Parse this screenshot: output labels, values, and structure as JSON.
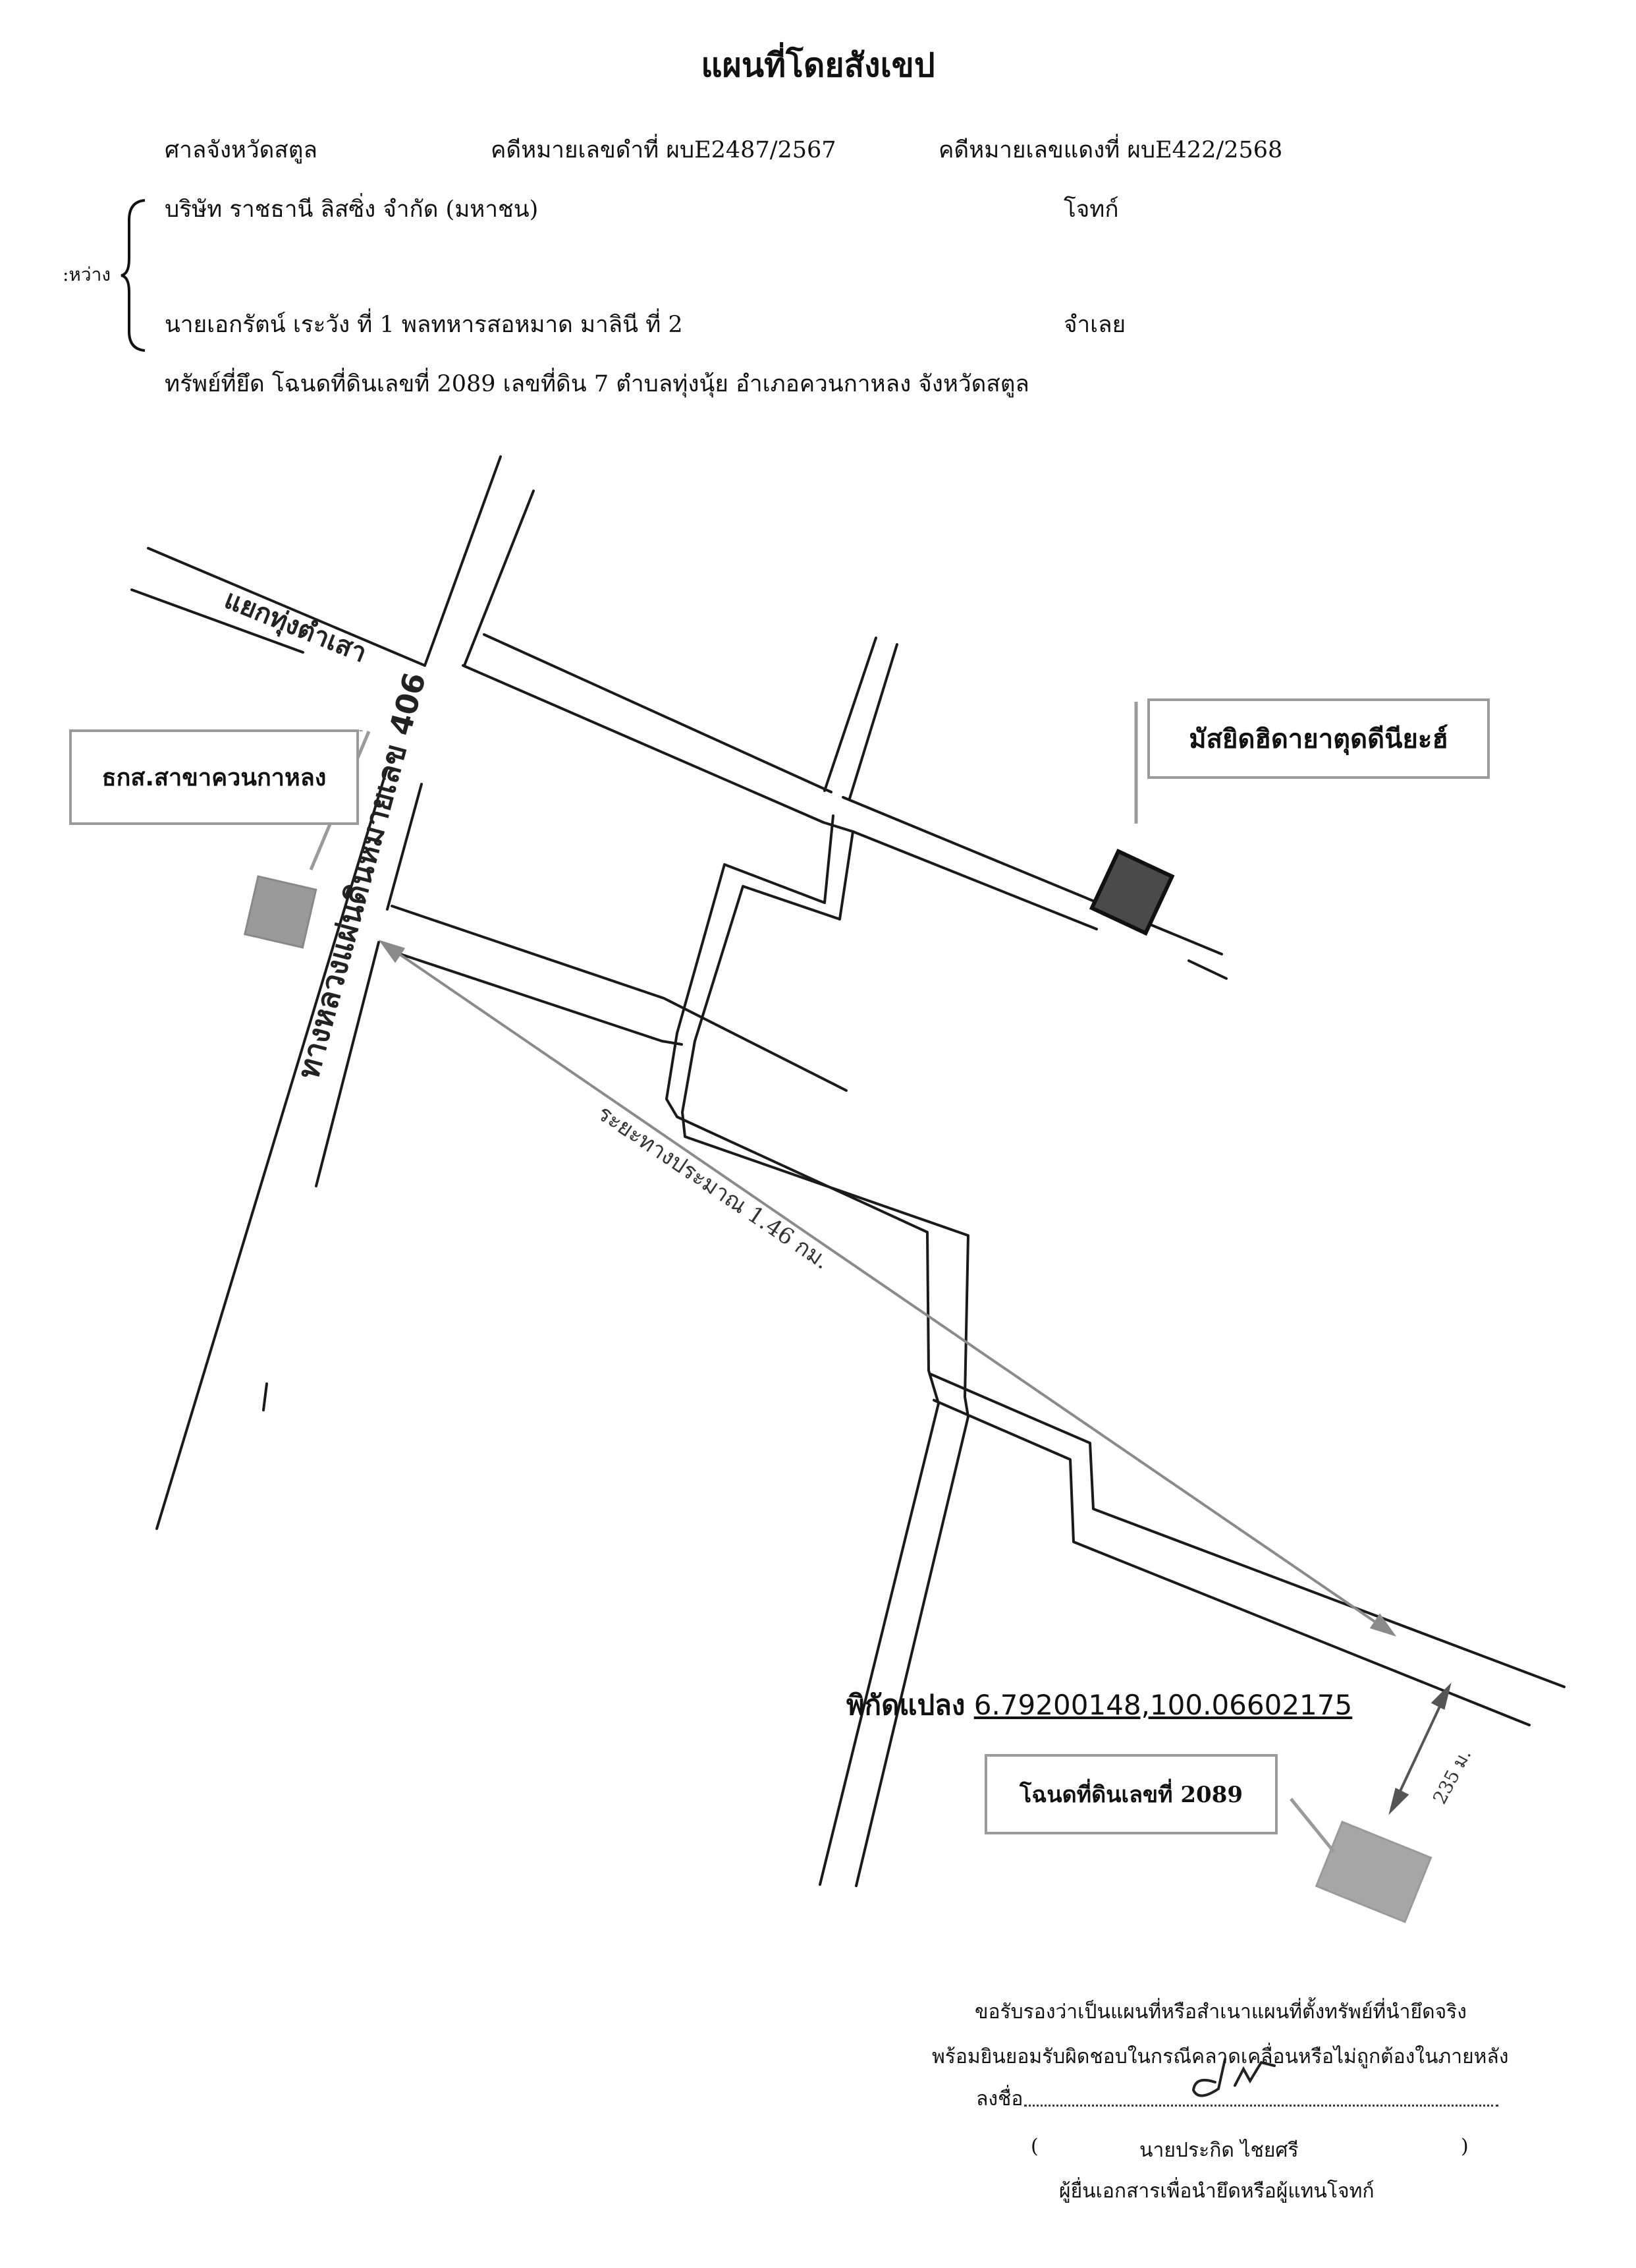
{
  "document": {
    "title": "แผนที่โดยสังเขป",
    "court": "ศาลจังหวัดสตูล",
    "black_case": "คดีหมายเลขดำที่ ผบE2487/2567",
    "red_case": "คดีหมายเลขแดงที่ ผบE422/2568",
    "between_label": ":หว่าง",
    "plaintiff_name": "บริษัท ราชธานี ลิสซิ่ง จำกัด (มหาชน)",
    "plaintiff_role": "โจทก์",
    "defendant_name": "นายเอกรัตน์ เระวัง ที่ 1 พลทหารสอหมาด มาลินี ที่ 2",
    "defendant_role": "จำเลย",
    "property": "ทรัพย์ที่ยึด โฉนดที่ดินเลขที่ 2089 เลขที่ดิน 7 ตำบลทุ่งนุ้ย อำเภอควนกาหลง จังหวัดสตูล"
  },
  "map": {
    "junction_label": "แยกทุ่งตำเสา",
    "highway_label": "ทางหลวงแผ่นดินหมายเลข 406",
    "bank_label": "ธกส.สาขาควนกาหลง",
    "mosque_label": "มัสยิดฮิดายาตุดดีนียะฮ์",
    "distance_label": "ระยะทางประมาณ 1.46 กม.",
    "parcel_coord_label": "พิกัดแปลง",
    "parcel_coord_value": "6.79200148,100.06602175",
    "parcel_label": "โฉนดที่ดินเลขที่ 2089",
    "offset_label": "235 ม.",
    "colors": {
      "road": "#1a1a1a",
      "arrow": "#8a8a8a",
      "bank_marker": "#9a9a9a",
      "mosque_marker": "#4a4a4a",
      "parcel_marker": "#a6a6a6"
    }
  },
  "certification": {
    "line1": "ขอรับรองว่าเป็นแผนที่หรือสำเนาแผนที่ตั้งทรัพย์ที่นำยึดจริง",
    "line2": "พร้อมยินยอมรับผิดชอบในกรณีคลาดเคลื่อนหรือไม่ถูกต้องในภายหลัง",
    "sign_label": "ลงชื่อ",
    "open_paren": "(",
    "signer_name": "นายประกิด ไชยศรี",
    "close_paren": ")",
    "signer_role": "ผู้ยื่นเอกสารเพื่อนำยึดหรือผู้แทนโจทก์"
  }
}
